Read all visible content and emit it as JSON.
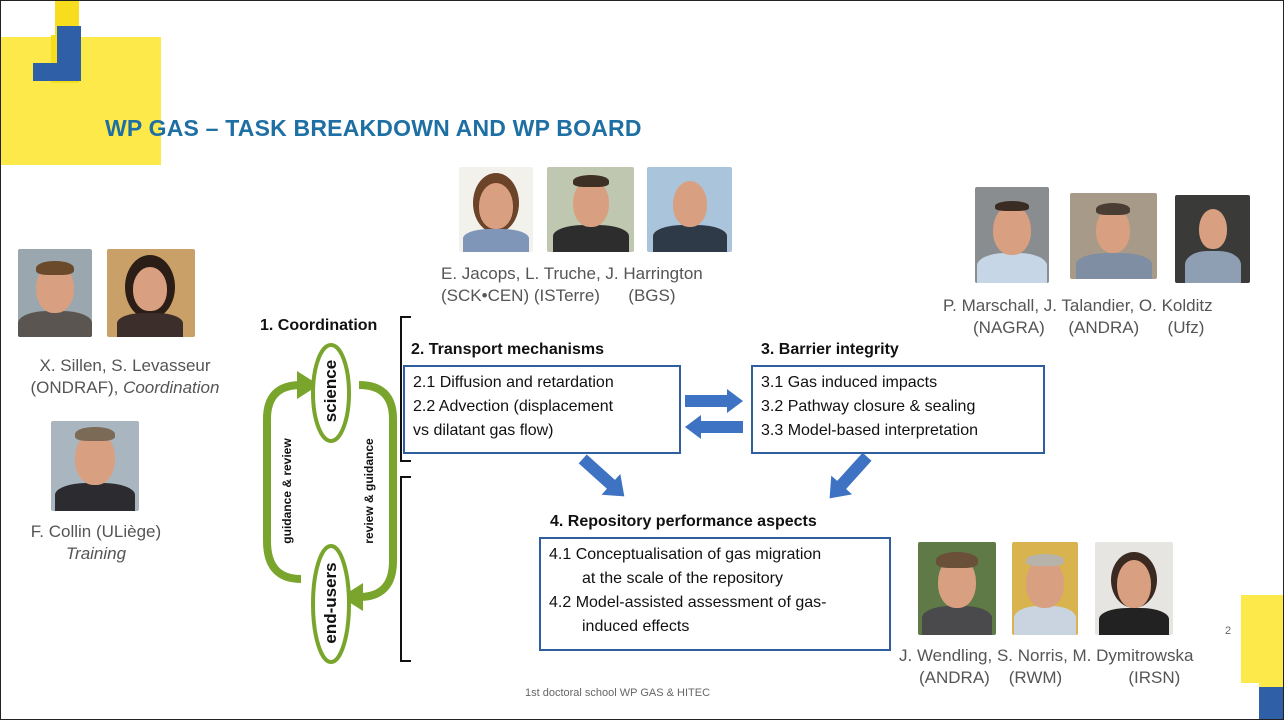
{
  "slide": {
    "title": "WP GAS – TASK BREAKDOWN AND WP BOARD",
    "footer": "1st doctoral school WP GAS & HITEC",
    "page_number": "2"
  },
  "colors": {
    "title": "#1e6fa3",
    "logo_blue": "#2f5fa6",
    "logo_yellow": "#fde94a",
    "box_border": "#2f5f9e",
    "arrow_blue": "#3d73c2",
    "cycle_green": "#7aa52c"
  },
  "people_groups": [
    {
      "names": "X. Sillen, S. Levasseur",
      "org_line": "(ONDRAF), ",
      "role": "Coordination"
    },
    {
      "names": "F. Collin (ULiège)",
      "role": "Training"
    },
    {
      "names": "E. Jacops, L. Truche, J. Harrington",
      "orgs": "(SCK•CEN) (ISTerre)      (BGS)"
    },
    {
      "names": "P. Marschall, J. Talandier, O. Kolditz",
      "orgs": "(NAGRA)     (ANDRA)      (Ufz)"
    },
    {
      "names": "J. Wendling, S. Norris, M. Dymitrowska",
      "orgs": "(ANDRA)    (RWM)              (IRSN)"
    }
  ],
  "cycle": {
    "top": "science",
    "bottom": "end-users",
    "left": "guidance & review",
    "right": "review & guidance"
  },
  "tasks": {
    "coordination": "1. Coordination",
    "transport": {
      "heading": "2. Transport mechanisms",
      "items": [
        "2.1 Diffusion and retardation",
        "2.2 Advection (displacement",
        "vs dilatant gas flow)"
      ]
    },
    "barrier": {
      "heading": "3. Barrier integrity",
      "items": [
        "3.1 Gas induced impacts",
        "3.2 Pathway closure & sealing",
        "3.3 Model-based interpretation"
      ]
    },
    "repository": {
      "heading": "4. Repository performance aspects",
      "items": [
        "4.1 Conceptualisation of gas migration",
        "at the scale of the repository",
        "4.2 Model-assisted assessment of gas-",
        "induced effects"
      ]
    }
  }
}
